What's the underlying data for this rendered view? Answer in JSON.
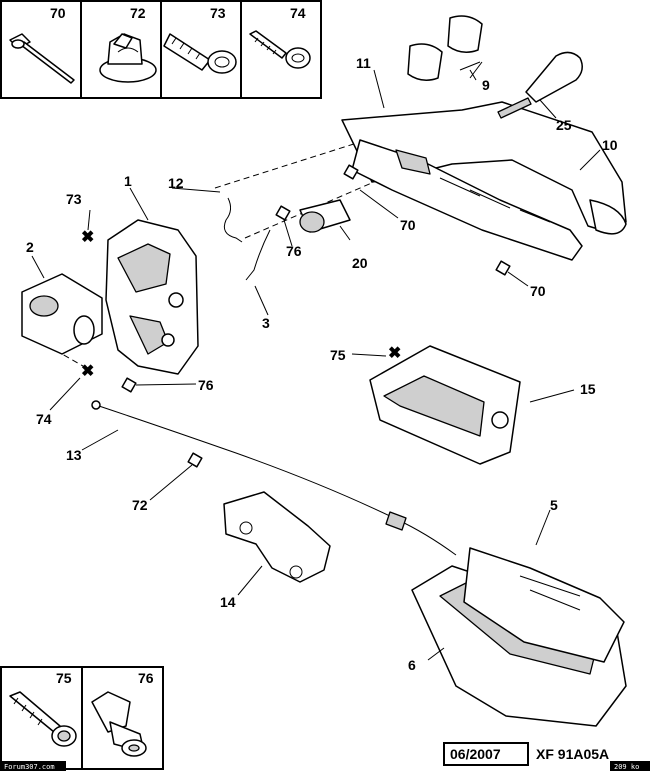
{
  "diagram": {
    "legend_top": [
      {
        "num": "70",
        "icon": "push-rivet-icon"
      },
      {
        "num": "72",
        "icon": "cable-clip-icon"
      },
      {
        "num": "73",
        "icon": "plastic-plug-icon"
      },
      {
        "num": "74",
        "icon": "screw-bushing-icon"
      }
    ],
    "legend_bottom": [
      {
        "num": "75",
        "icon": "screw-washer-icon"
      },
      {
        "num": "76",
        "icon": "clip-fastener-icon"
      }
    ],
    "callouts": {
      "c1": "1",
      "c2": "2",
      "c3": "3",
      "c5": "5",
      "c6": "6",
      "c9": "9",
      "c10": "10",
      "c11": "11",
      "c12": "12",
      "c13": "13",
      "c14": "14",
      "c15": "15",
      "c20": "20",
      "c25": "25",
      "c70a": "70",
      "c70b": "70",
      "c72": "72",
      "c73": "73",
      "c74": "74",
      "c75": "75",
      "c76a": "76",
      "c76b": "76"
    },
    "footer": {
      "date": "06/2007",
      "ref": "XF 91A05A",
      "watermark_left": "Forum307.com",
      "watermark_right": "209 ko"
    }
  }
}
